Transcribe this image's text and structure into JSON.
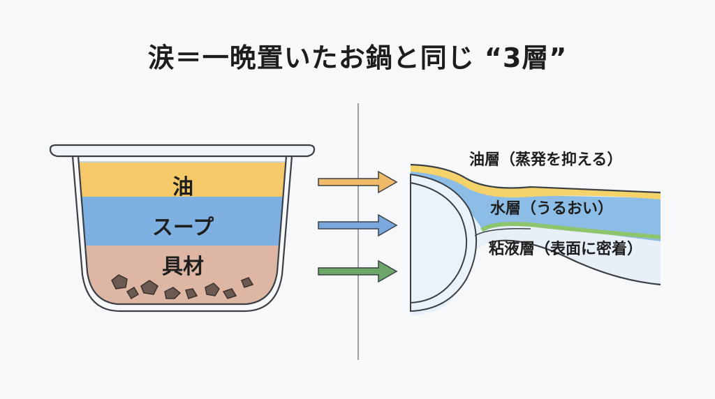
{
  "title": "涙＝一晩置いたお鍋と同じ “3層”",
  "pot": {
    "layers": [
      {
        "label": "油",
        "color": "#f6c96a"
      },
      {
        "label": "スープ",
        "color": "#7fb0e2"
      },
      {
        "label": "具材",
        "color": "#ddb7a4"
      }
    ],
    "glass_color": "#e9eef5"
  },
  "eye": {
    "layers": [
      {
        "label": "油層（蒸発を抑える）",
        "color": "#f4d36a"
      },
      {
        "label": "水層（うるおい）",
        "color": "#8cbde6"
      },
      {
        "label": "粘液層（表面に密着）",
        "color": "#e7f0f8"
      }
    ],
    "mucin_line_color": "#8fc46f"
  },
  "arrows": [
    {
      "name": "oil-arrow",
      "color": "#f0bb68"
    },
    {
      "name": "water-arrow",
      "color": "#7aa8dc"
    },
    {
      "name": "mucus-arrow",
      "color": "#6ea66a"
    }
  ]
}
